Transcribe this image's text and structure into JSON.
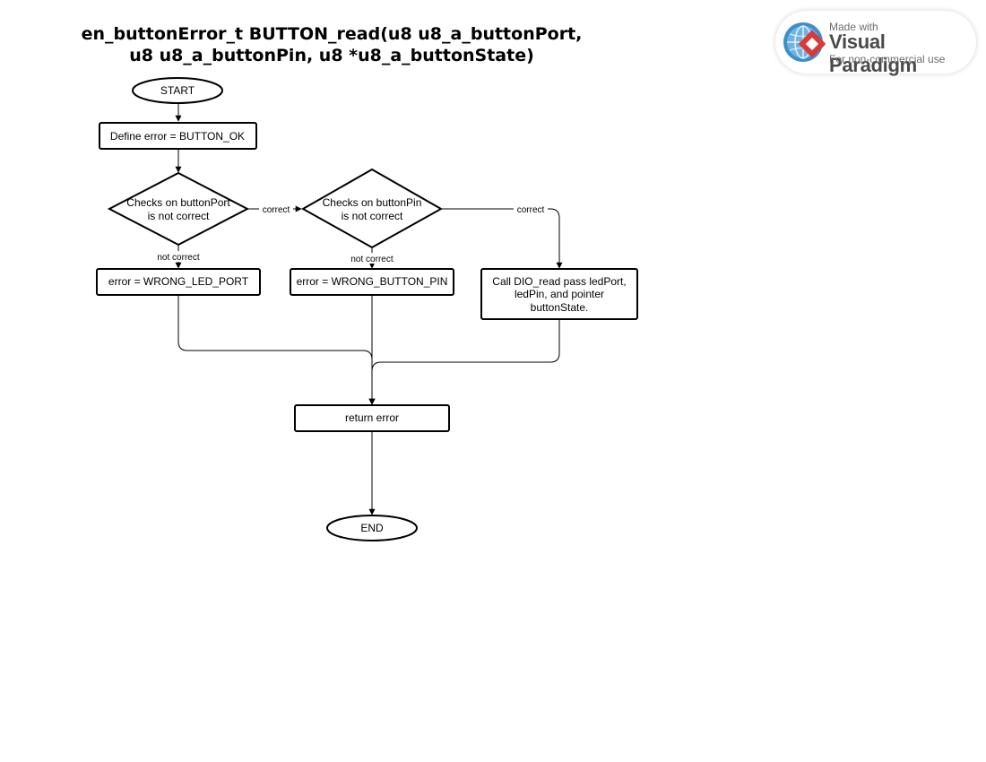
{
  "title": {
    "line1": "en_buttonError_t BUTTON_read(u8 u8_a_buttonPort,",
    "line2": "u8 u8_a_buttonPin, u8 *u8_a_buttonState)"
  },
  "nodes": {
    "start": "START",
    "define_error": "Define error = BUTTON_OK",
    "check_port": [
      "Checks on buttonPort",
      "is not correct"
    ],
    "check_pin": [
      "Checks on buttonPin",
      "is not correct"
    ],
    "error_port": "error = WRONG_LED_PORT",
    "error_pin": "error = WRONG_BUTTON_PIN",
    "call_dio": [
      "Call DIO_read pass ledPort,",
      "ledPin, and pointer",
      "buttonState."
    ],
    "return_error": "return error",
    "end": "END"
  },
  "edges": {
    "port_correct": "correct",
    "port_not_correct": "not correct",
    "pin_correct": "correct",
    "pin_not_correct": "not correct"
  },
  "watermark": {
    "made_with": "Made with",
    "brand": "Visual Paradigm",
    "usage": "For non-commercial use"
  },
  "colors": {
    "stroke": "#000000",
    "watermark_red": "#d9393b",
    "watermark_blue": "#3d8ec9"
  }
}
